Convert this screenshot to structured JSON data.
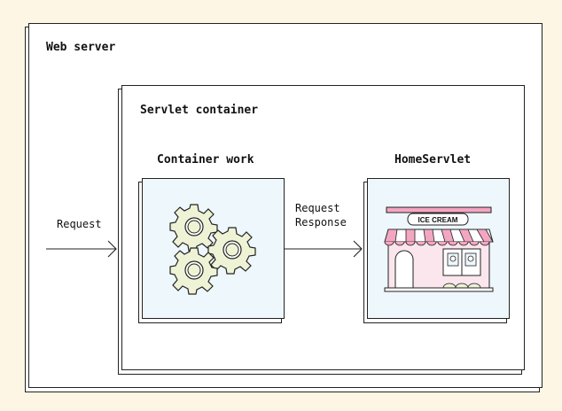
{
  "web_server": {
    "title": "Web server"
  },
  "servlet_container": {
    "title": "Servlet container"
  },
  "container_work": {
    "title": "Container work",
    "icon": "gears-icon"
  },
  "home_servlet": {
    "title": "HomeServlet",
    "icon": "ice-cream-shop-icon",
    "sign": "ICE CREAM"
  },
  "arrows": {
    "incoming_label": "Request",
    "inner_labels": [
      "Request",
      "Response"
    ]
  },
  "colors": {
    "background": "#fdf6e4",
    "panel_fill": "#eef7fc",
    "gear_fill": "#eef3d6",
    "awning_pink": "#f3a6c1",
    "shop_wall": "#fbe6ee"
  }
}
